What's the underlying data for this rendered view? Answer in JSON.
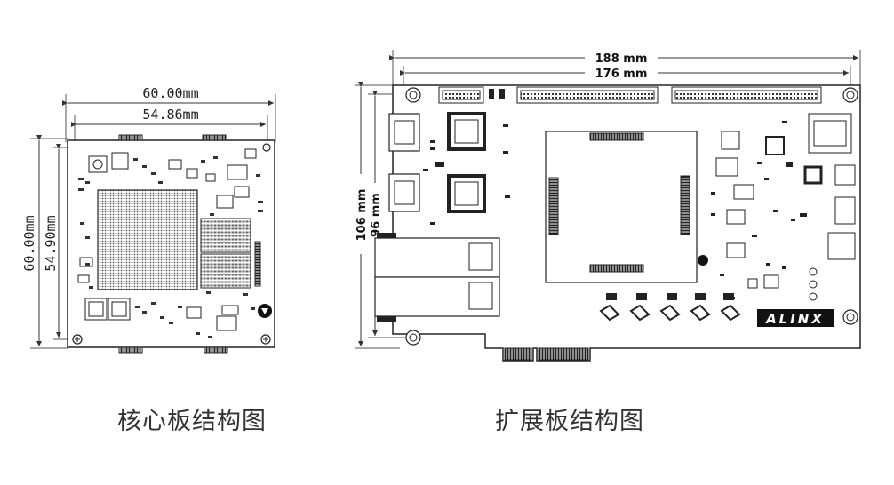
{
  "core_board": {
    "caption": "核心板结构图",
    "width_outer": "60.00mm",
    "width_inner": "54.86mm",
    "height_outer": "60.00mm",
    "height_inner": "54.90mm"
  },
  "ext_board": {
    "caption": "扩展板结构图",
    "width_outer": "188 mm",
    "width_inner": "176 mm",
    "height_outer": "106 mm",
    "height_inner": "96 mm",
    "logo": "ALINX"
  }
}
